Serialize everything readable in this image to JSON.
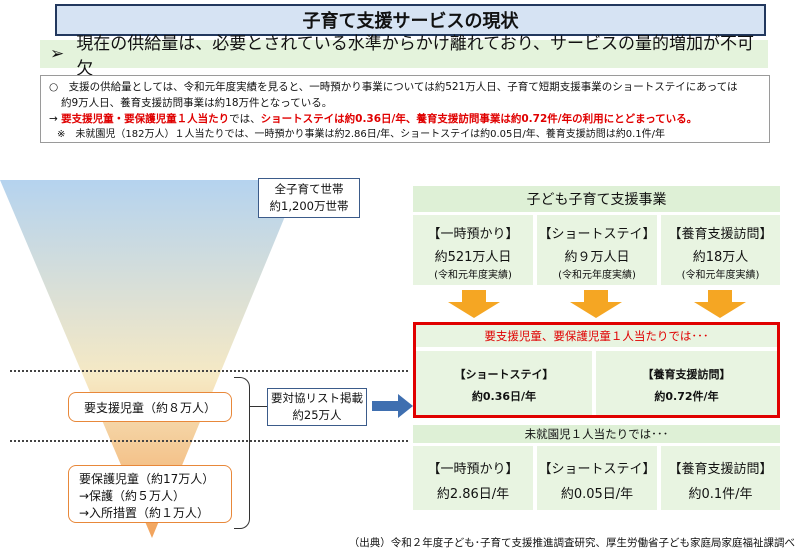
{
  "title": "子育て支援サービスの現状",
  "subhead": {
    "arrow": "➢",
    "text": "現在の供給量は、必要とされている水準からかけ離れており、サービスの量的増加が不可欠"
  },
  "notes": {
    "line1_a": "○　支援の供給量としては、令和元年度実績を見ると、一時預かり事業については約521万人日、子育て短期支援事業のショートステイにあっては",
    "line1_b": "約9万人日、養育支援訪問事業は約18万件となっている。",
    "line2_prefix": "→  ",
    "line2_red1": "要支援児童・要保護児童１人当たり",
    "line2_mid": "では、",
    "line2_red2": "ショートステイは約0.36日/年、養育支援訪問事業は約0.72件/年の利用にとどまっている。",
    "line3": "※　未就園児（182万人）１人当たりでは、一時預かり事業は約2.86日/年、ショートステイは約0.05日/年、養育支援訪問は約0.1件/年"
  },
  "funnel": {
    "households_line1": "全子育て世帯",
    "households_line2": "約1,200万世帯",
    "support_children": "要支援児童（約８万人）",
    "protection_line1": "要保護児童（約17万人）",
    "protection_line2": "→保護（約５万人）",
    "protection_line3": "→入所措置（約１万人）",
    "list_line1": "要対協リスト掲載",
    "list_line2": "約25万人"
  },
  "services": {
    "header": "子ども子育て支援事業",
    "items": [
      {
        "title": "【一時預かり】",
        "value": "約521万人日",
        "sub": "(令和元年度実績)"
      },
      {
        "title": "【ショートステイ】",
        "value": "約９万人日",
        "sub": "(令和元年度実績)"
      },
      {
        "title": "【養育支援訪問】",
        "value": "約18万人",
        "sub": "(令和元年度実績)"
      }
    ]
  },
  "per_child_protected": {
    "header": "要支援児童、要保護児童１人当たりでは･･･",
    "items": [
      {
        "title": "【ショートステイ】",
        "value": "約0.36日/年"
      },
      {
        "title": "【養育支援訪問】",
        "value": "約0.72件/年"
      }
    ]
  },
  "per_child_unenrolled": {
    "header": "未就園児１人当たりでは･･･",
    "items": [
      {
        "title": "【一時預かり】",
        "value": "約2.86日/年"
      },
      {
        "title": "【ショートステイ】",
        "value": "約0.05日/年"
      },
      {
        "title": "【養育支援訪問】",
        "value": "約0.1件/年"
      }
    ]
  },
  "source": "（出典）令和２年度子ども･子育て支援推進調査研究、厚生労働省子ども家庭局家庭福祉課調べ",
  "colors": {
    "accent_red": "#e00000",
    "green_fill": "#e8f4e1",
    "arrow_orange": "#f5a623",
    "arrow_blue": "#3f6fb0"
  }
}
